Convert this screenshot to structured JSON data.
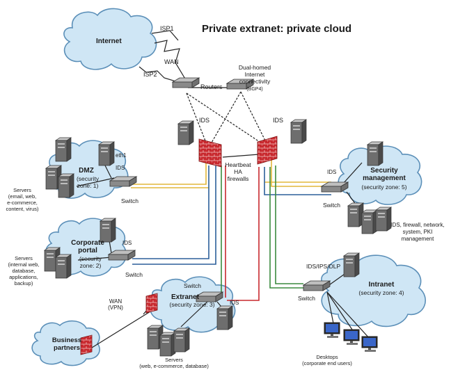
{
  "title": "Private extranet: private cloud",
  "internet": {
    "label": "Internet",
    "isp1": "ISP1",
    "isp2": "ISP2",
    "wan": "WAN"
  },
  "routers": {
    "label": "Routers",
    "dual_homed": [
      "Dual-homed",
      "Internet",
      "connectivity",
      "(BGP4)"
    ]
  },
  "ids_left": "IDS",
  "ids_right": "IDS",
  "firewalls": {
    "heartbeat": "Heartbeat",
    "ha": "HA",
    "firewalls": "firewalls"
  },
  "dmz": {
    "title": "DMZ",
    "zone": [
      "(security",
      "zone: 1)"
    ],
    "eth": "eth1",
    "ids": "IDS",
    "switch": "Switch",
    "servers": [
      "Servers",
      "(email, web,",
      "e-commerce,",
      "content, virus)"
    ]
  },
  "portal": {
    "title": [
      "Corporate",
      "portal"
    ],
    "zone": [
      "(security",
      "zone: 2)"
    ],
    "ids": "IDS",
    "switch": "Switch",
    "servers": [
      "Servers",
      "(internal web,",
      "database,",
      "applications,",
      "backup)"
    ]
  },
  "security_mgmt": {
    "title": [
      "Security",
      "management"
    ],
    "zone": "(security zone: 5)",
    "ids": "IDS",
    "switch": "Switch",
    "servers": [
      "IDS, firewall, network,",
      "system, PKI",
      "management"
    ]
  },
  "extranet": {
    "title": "Extranet",
    "zone": "(security zone: 3)",
    "switch": "Switch",
    "ids": "IDS",
    "wan": [
      "WAN",
      "(VPN)"
    ],
    "servers": [
      "Servers",
      "(web, e-commerce, database)"
    ]
  },
  "intranet": {
    "title": "Intranet",
    "zone": "(security zone: 4)",
    "ids": "IDS/IPS/DLP",
    "switch": "Switch",
    "desktops": [
      "Desktops",
      "(corporate end users)"
    ]
  },
  "business": {
    "label": [
      "Business",
      "partners"
    ]
  },
  "colors": {
    "cloud_fill": "#cfe6f5",
    "cloud_stroke": "#5b8fb8",
    "firewall": "#c8282e",
    "yellow": "#e2b73a",
    "blue": "#2b5f9a",
    "green": "#3a8a3e",
    "red": "#c8282e"
  }
}
